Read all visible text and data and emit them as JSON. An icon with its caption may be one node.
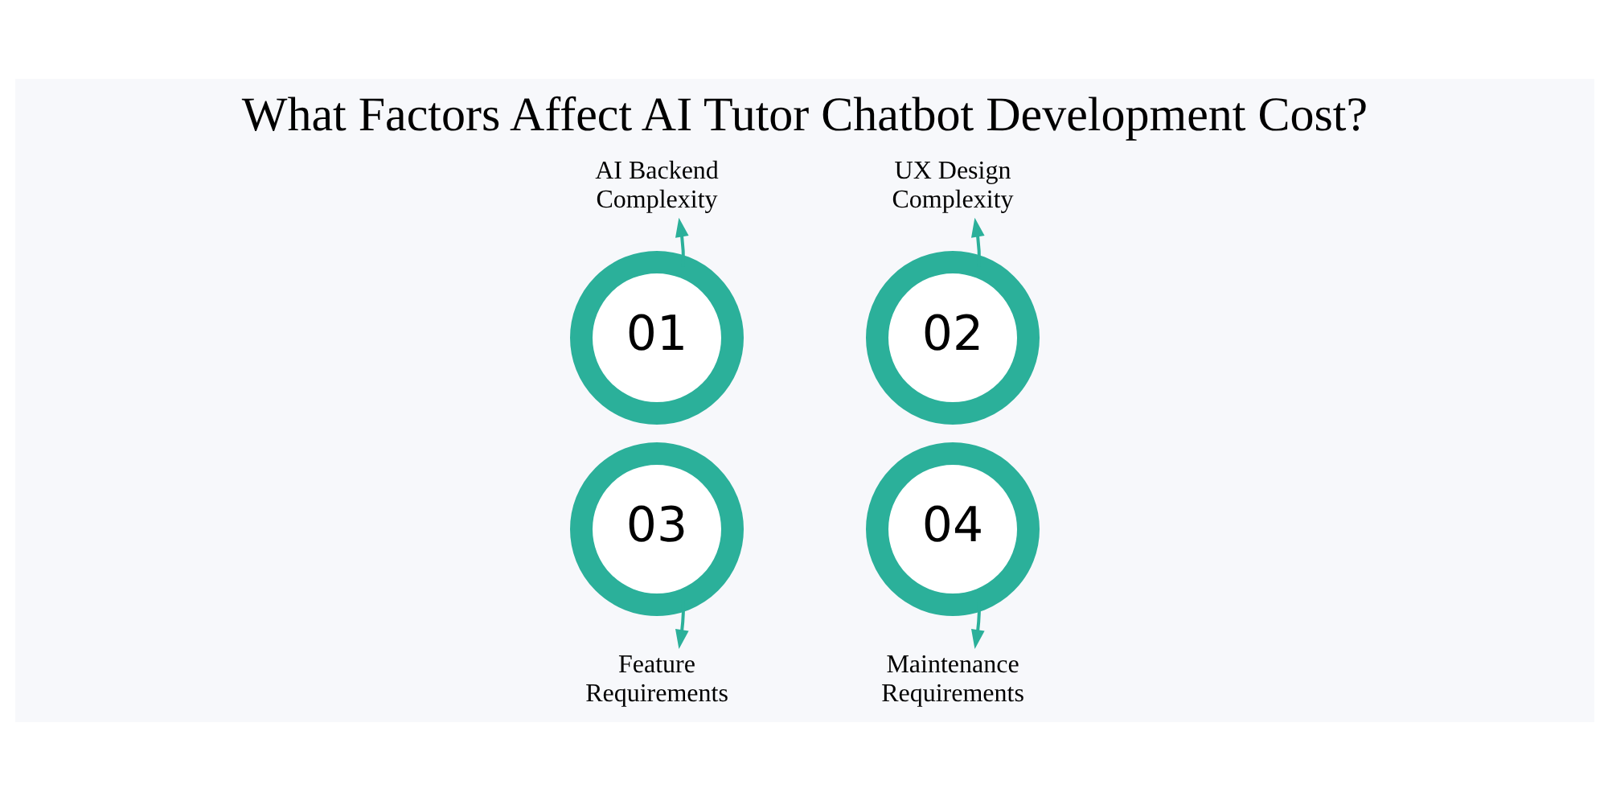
{
  "diagram": {
    "title": "What Factors Affect AI Tutor Chatbot Development Cost?",
    "nodes": [
      {
        "text": [
          "AI Backend Complexity"
        ]
      },
      {
        "text": [
          "UX Design Complexity"
        ]
      },
      {
        "text": [
          "01"
        ]
      },
      {
        "text": [
          "02"
        ]
      },
      {
        "text": [
          "03"
        ]
      },
      {
        "text": [
          "04"
        ]
      },
      {
        "text": [
          "Feature Requirements"
        ]
      },
      {
        "text": [
          "Maintenance Requirements"
        ]
      }
    ],
    "edges": [
      {
        "from": 2,
        "to": 0,
        "arrow": "to"
      },
      {
        "from": 3,
        "to": 1,
        "arrow": "to"
      },
      {
        "from": 4,
        "to": 6,
        "arrow": "to"
      },
      {
        "from": 5,
        "to": 7,
        "arrow": "to"
      }
    ]
  }
}
